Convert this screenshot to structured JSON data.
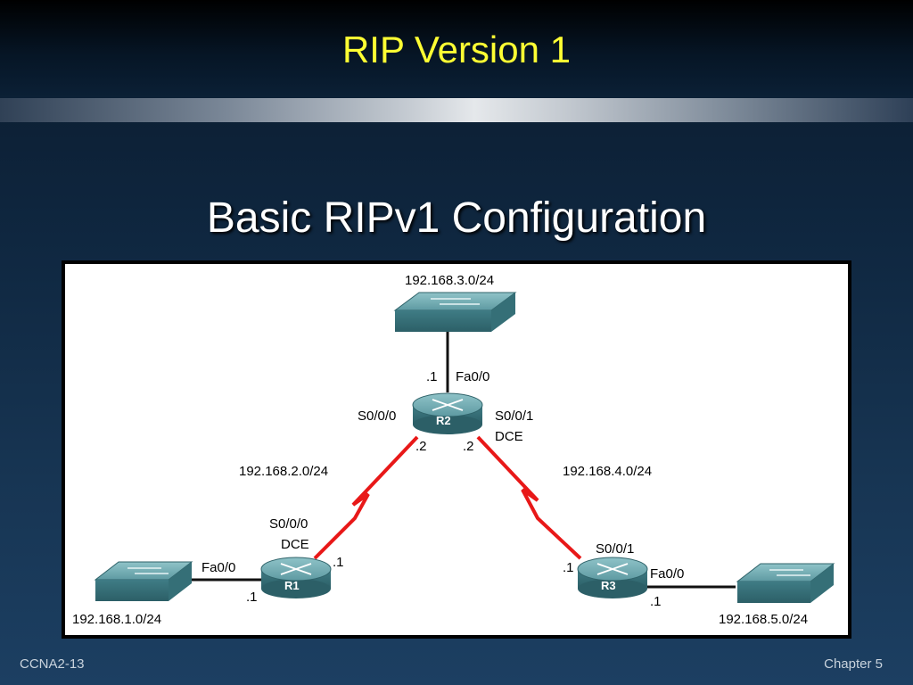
{
  "slide": {
    "title": "RIP Version 1",
    "subtitle": "Basic RIPv1 Configuration"
  },
  "diagram": {
    "routers": {
      "r1": "R1",
      "r2": "R2",
      "r3": "R3"
    },
    "networks": {
      "r2_lan": "192.168.3.0/24",
      "r1_r2_link": "192.168.2.0/24",
      "r2_r3_link": "192.168.4.0/24",
      "r1_lan": "192.168.1.0/24",
      "r3_lan": "192.168.5.0/24"
    },
    "r2_interfaces": {
      "fa_host": ".1",
      "fa_name": "Fa0/0",
      "s000_name": "S0/0/0",
      "s001_name": "S0/0/1",
      "s001_dce": "DCE",
      "s000_host": ".2",
      "s001_host": ".2"
    },
    "r1_interfaces": {
      "s000_name": "S0/0/0",
      "s000_dce": "DCE",
      "s000_host": ".1",
      "fa_name": "Fa0/0",
      "fa_host": ".1"
    },
    "r3_interfaces": {
      "s001_name": "S0/0/1",
      "s001_host": ".1",
      "fa_name": "Fa0/0",
      "fa_host": ".1"
    },
    "colors": {
      "serial_link": "#e81818",
      "ethernet_link": "#111111",
      "device_teal": "#4f8c94"
    }
  },
  "footer": {
    "left": "CCNA2-13",
    "right": "Chapter 5"
  }
}
